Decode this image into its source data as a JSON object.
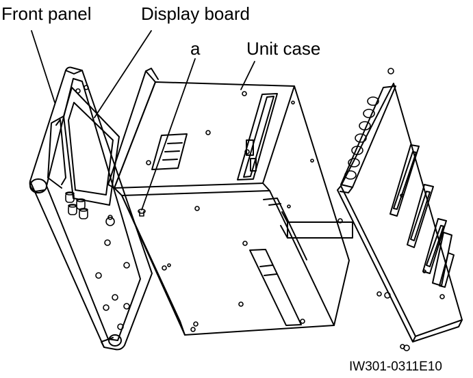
{
  "labels": {
    "front_panel": "Front panel",
    "display_board": "Display board",
    "screw_a": "a",
    "unit_case": "Unit case"
  },
  "figure_code": "IW301-0311E10",
  "colors": {
    "line": "#000000",
    "background": "#ffffff"
  }
}
